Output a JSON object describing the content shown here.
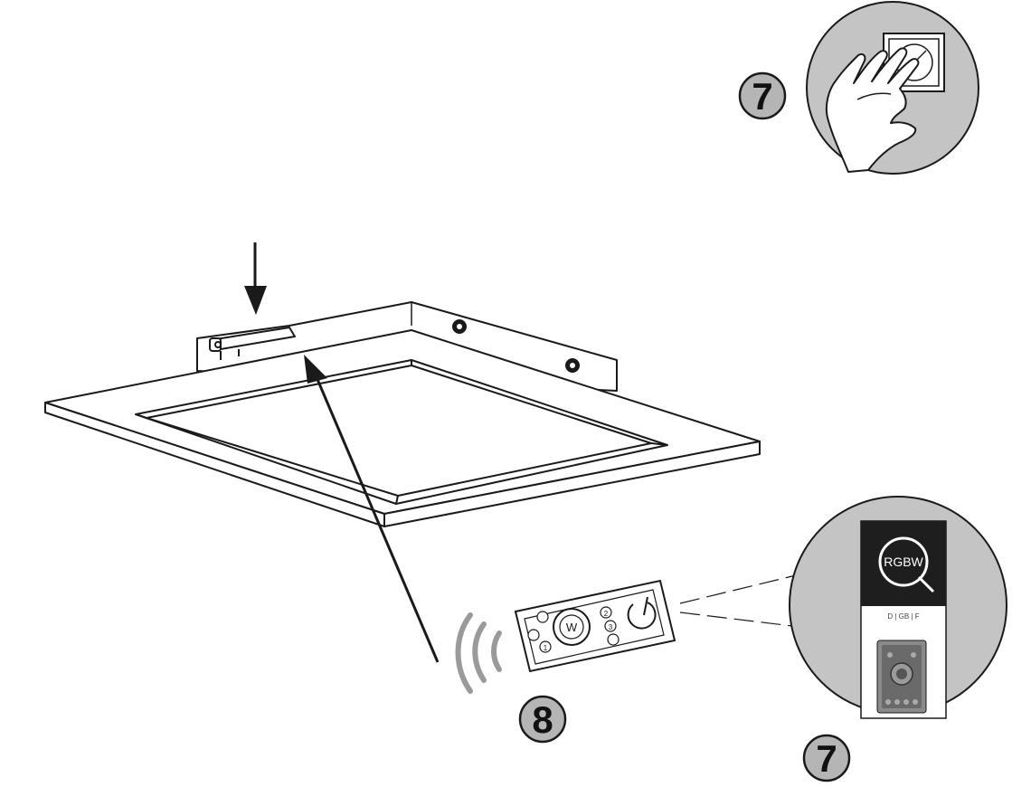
{
  "steps": {
    "top_right": "7",
    "remote": "8",
    "bottom_right": "7"
  },
  "remote_detail": {
    "logo_text": "RGBW",
    "codes": "D | GB | F"
  },
  "remote_buttons": {
    "center": "W",
    "btn_1": "1",
    "btn_2": "2",
    "btn_3": "3"
  },
  "colors": {
    "stroke": "#1a1a1a",
    "badge_fill": "#b5b5b5",
    "inset_fill": "#c4c4c4",
    "signal": "#9a9a9a",
    "logo_bg": "#1e1e1e"
  }
}
